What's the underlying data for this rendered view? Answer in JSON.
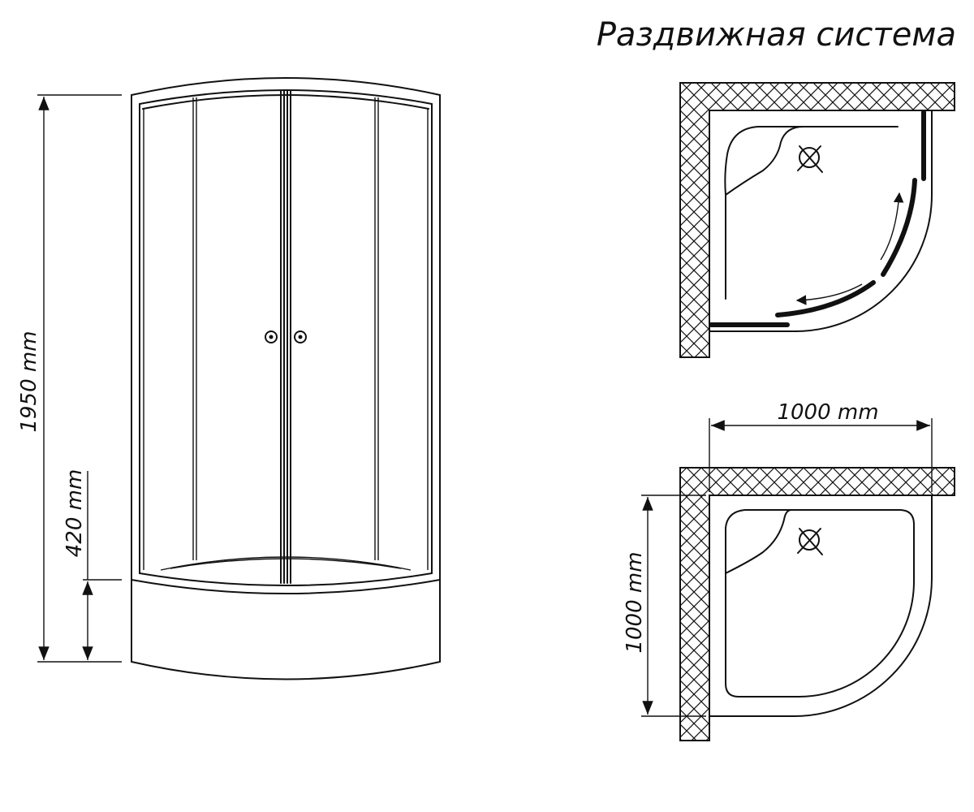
{
  "title": "Раздвижная система",
  "dimensions": {
    "total_height": "1950 mm",
    "tray_height": "420 mm",
    "plan_width": "1000 mm",
    "plan_depth": "1000 mm"
  },
  "icons": {
    "handle": "door-handle-icon",
    "drain": "drain-icon",
    "arrow": "sliding-direction-arrow-icon"
  }
}
